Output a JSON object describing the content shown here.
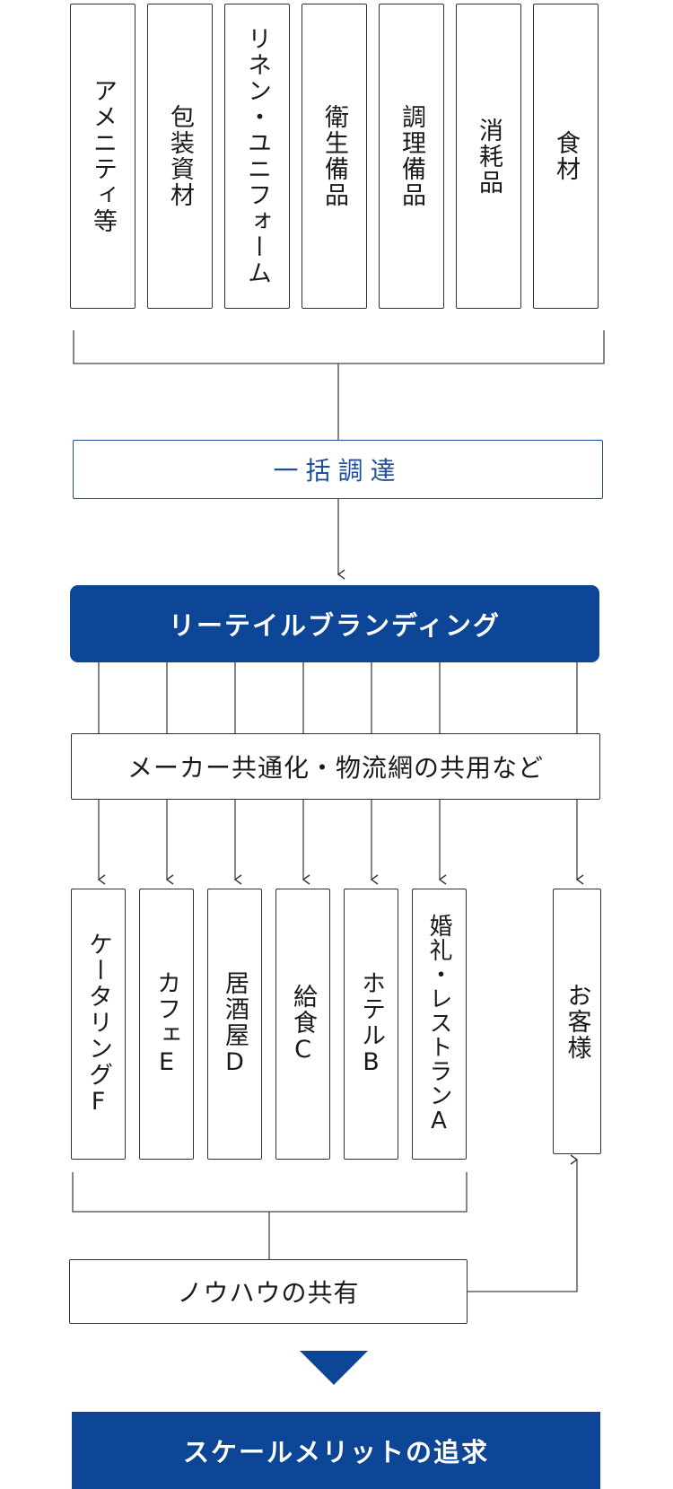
{
  "top_items": [
    "アメニティ等",
    "包装資材",
    "リネン・ユニフォーム",
    "衛生備品",
    "調理備品",
    "消耗品",
    "食材"
  ],
  "bulk_procurement": "一括調達",
  "retail_branding": "リーテイルブランディング",
  "shared_label": "メーカー共通化・物流網の共用など",
  "outlets": [
    "ケータリングF",
    "カフェE",
    "居酒屋D",
    "給食C",
    "ホテルB",
    "婚礼・レストランA"
  ],
  "customers": "お客様",
  "knowhow": "ノウハウの共有",
  "result": "スケールメリットの追求",
  "colors": {
    "navy": "#0d4597",
    "accent_blue": "#1f4e9c",
    "line": "#555555"
  }
}
